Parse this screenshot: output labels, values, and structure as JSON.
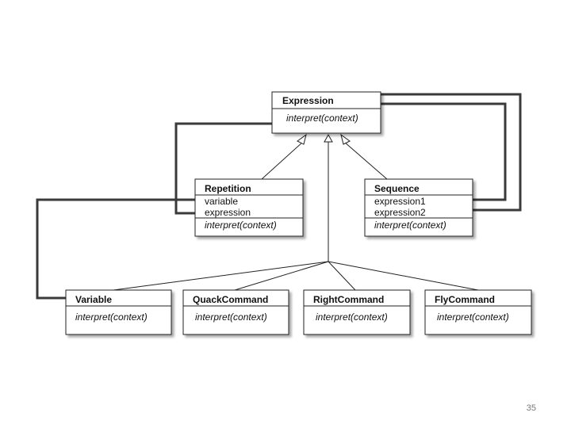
{
  "diagram": {
    "classes": {
      "expression": {
        "name": "Expression",
        "attributes": [],
        "methods": [
          "interpret(context)"
        ]
      },
      "repetition": {
        "name": "Repetition",
        "attributes": [
          "variable",
          "expression"
        ],
        "methods": [
          "interpret(context)"
        ]
      },
      "sequence": {
        "name": "Sequence",
        "attributes": [
          "expression1",
          "expression2"
        ],
        "methods": [
          "interpret(context)"
        ]
      },
      "variable": {
        "name": "Variable",
        "attributes": [],
        "methods": [
          "interpret(context)"
        ]
      },
      "quack_command": {
        "name": "QuackCommand",
        "attributes": [],
        "methods": [
          "interpret(context)"
        ]
      },
      "right_command": {
        "name": "RightCommand",
        "attributes": [],
        "methods": [
          "interpret(context)"
        ]
      },
      "fly_command": {
        "name": "FlyCommand",
        "attributes": [],
        "methods": [
          "interpret(context)"
        ]
      }
    }
  },
  "page": {
    "number": "35"
  }
}
